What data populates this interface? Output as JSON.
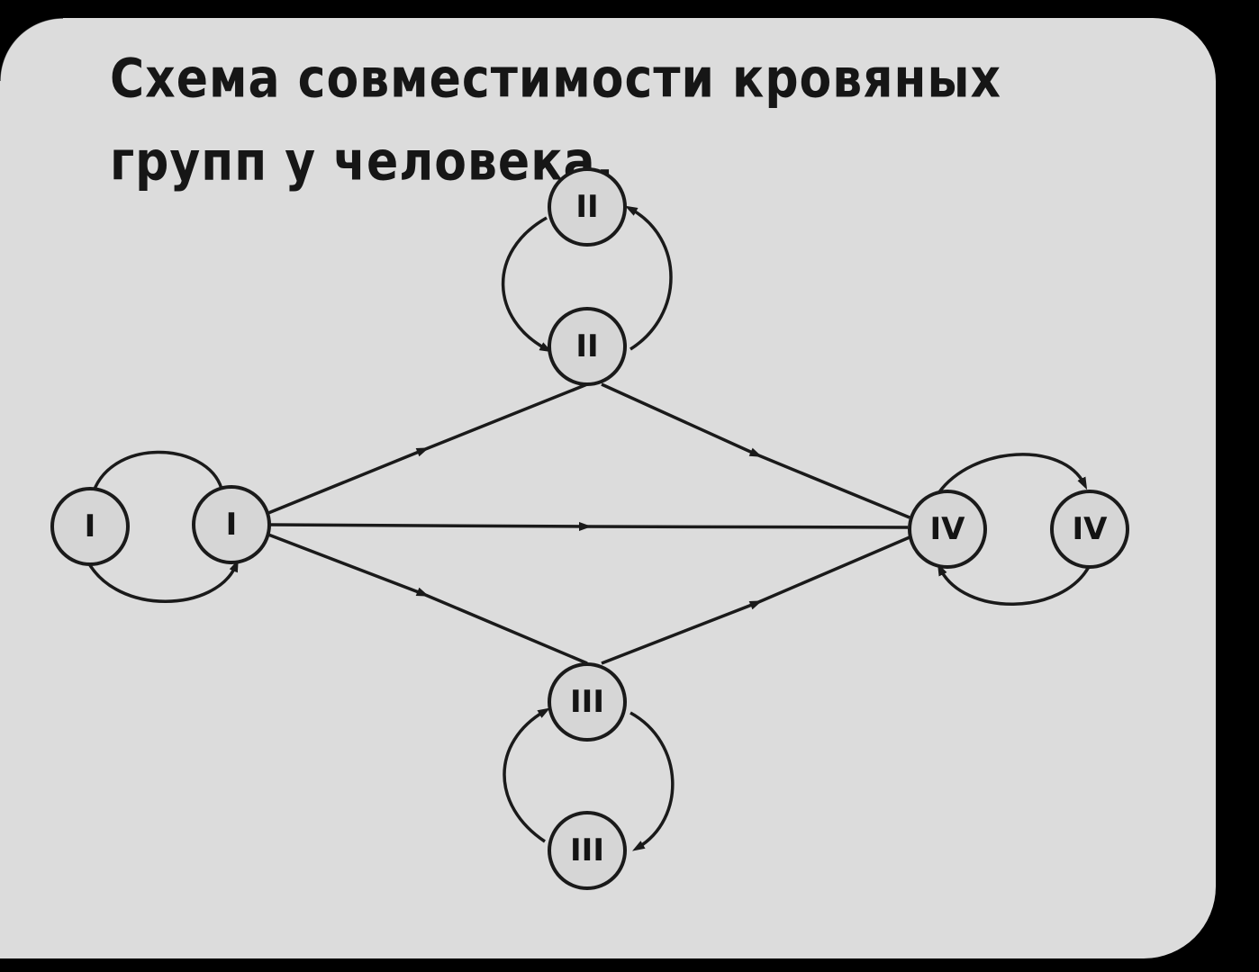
{
  "title": "Схема совместимости кровяных групп у человека.",
  "nodes": [
    {
      "id": "i-left",
      "label": "I"
    },
    {
      "id": "i-right",
      "label": "I"
    },
    {
      "id": "ii-top",
      "label": "II"
    },
    {
      "id": "ii-bottom",
      "label": "II"
    },
    {
      "id": "iii-top",
      "label": "III"
    },
    {
      "id": "iii-bottom",
      "label": "III"
    },
    {
      "id": "iv-left",
      "label": "IV"
    },
    {
      "id": "iv-right",
      "label": "IV"
    }
  ],
  "edges": [
    {
      "from": "i-right",
      "to": "ii-bottom"
    },
    {
      "from": "i-right",
      "to": "iv-left"
    },
    {
      "from": "i-right",
      "to": "iii-top"
    },
    {
      "from": "ii-bottom",
      "to": "iv-left"
    },
    {
      "from": "iii-top",
      "to": "iv-left"
    },
    {
      "from": "i-right",
      "to": "i-left"
    },
    {
      "from": "i-left",
      "to": "i-right"
    },
    {
      "from": "ii-bottom",
      "to": "ii-top"
    },
    {
      "from": "ii-top",
      "to": "ii-bottom"
    },
    {
      "from": "iii-top",
      "to": "iii-bottom"
    },
    {
      "from": "iii-bottom",
      "to": "iii-top"
    },
    {
      "from": "iv-left",
      "to": "iv-right"
    },
    {
      "from": "iv-right",
      "to": "iv-left"
    }
  ],
  "colors": {
    "background": "#dcdcdc",
    "ink": "#1a1a1a",
    "frame": "#000000"
  }
}
